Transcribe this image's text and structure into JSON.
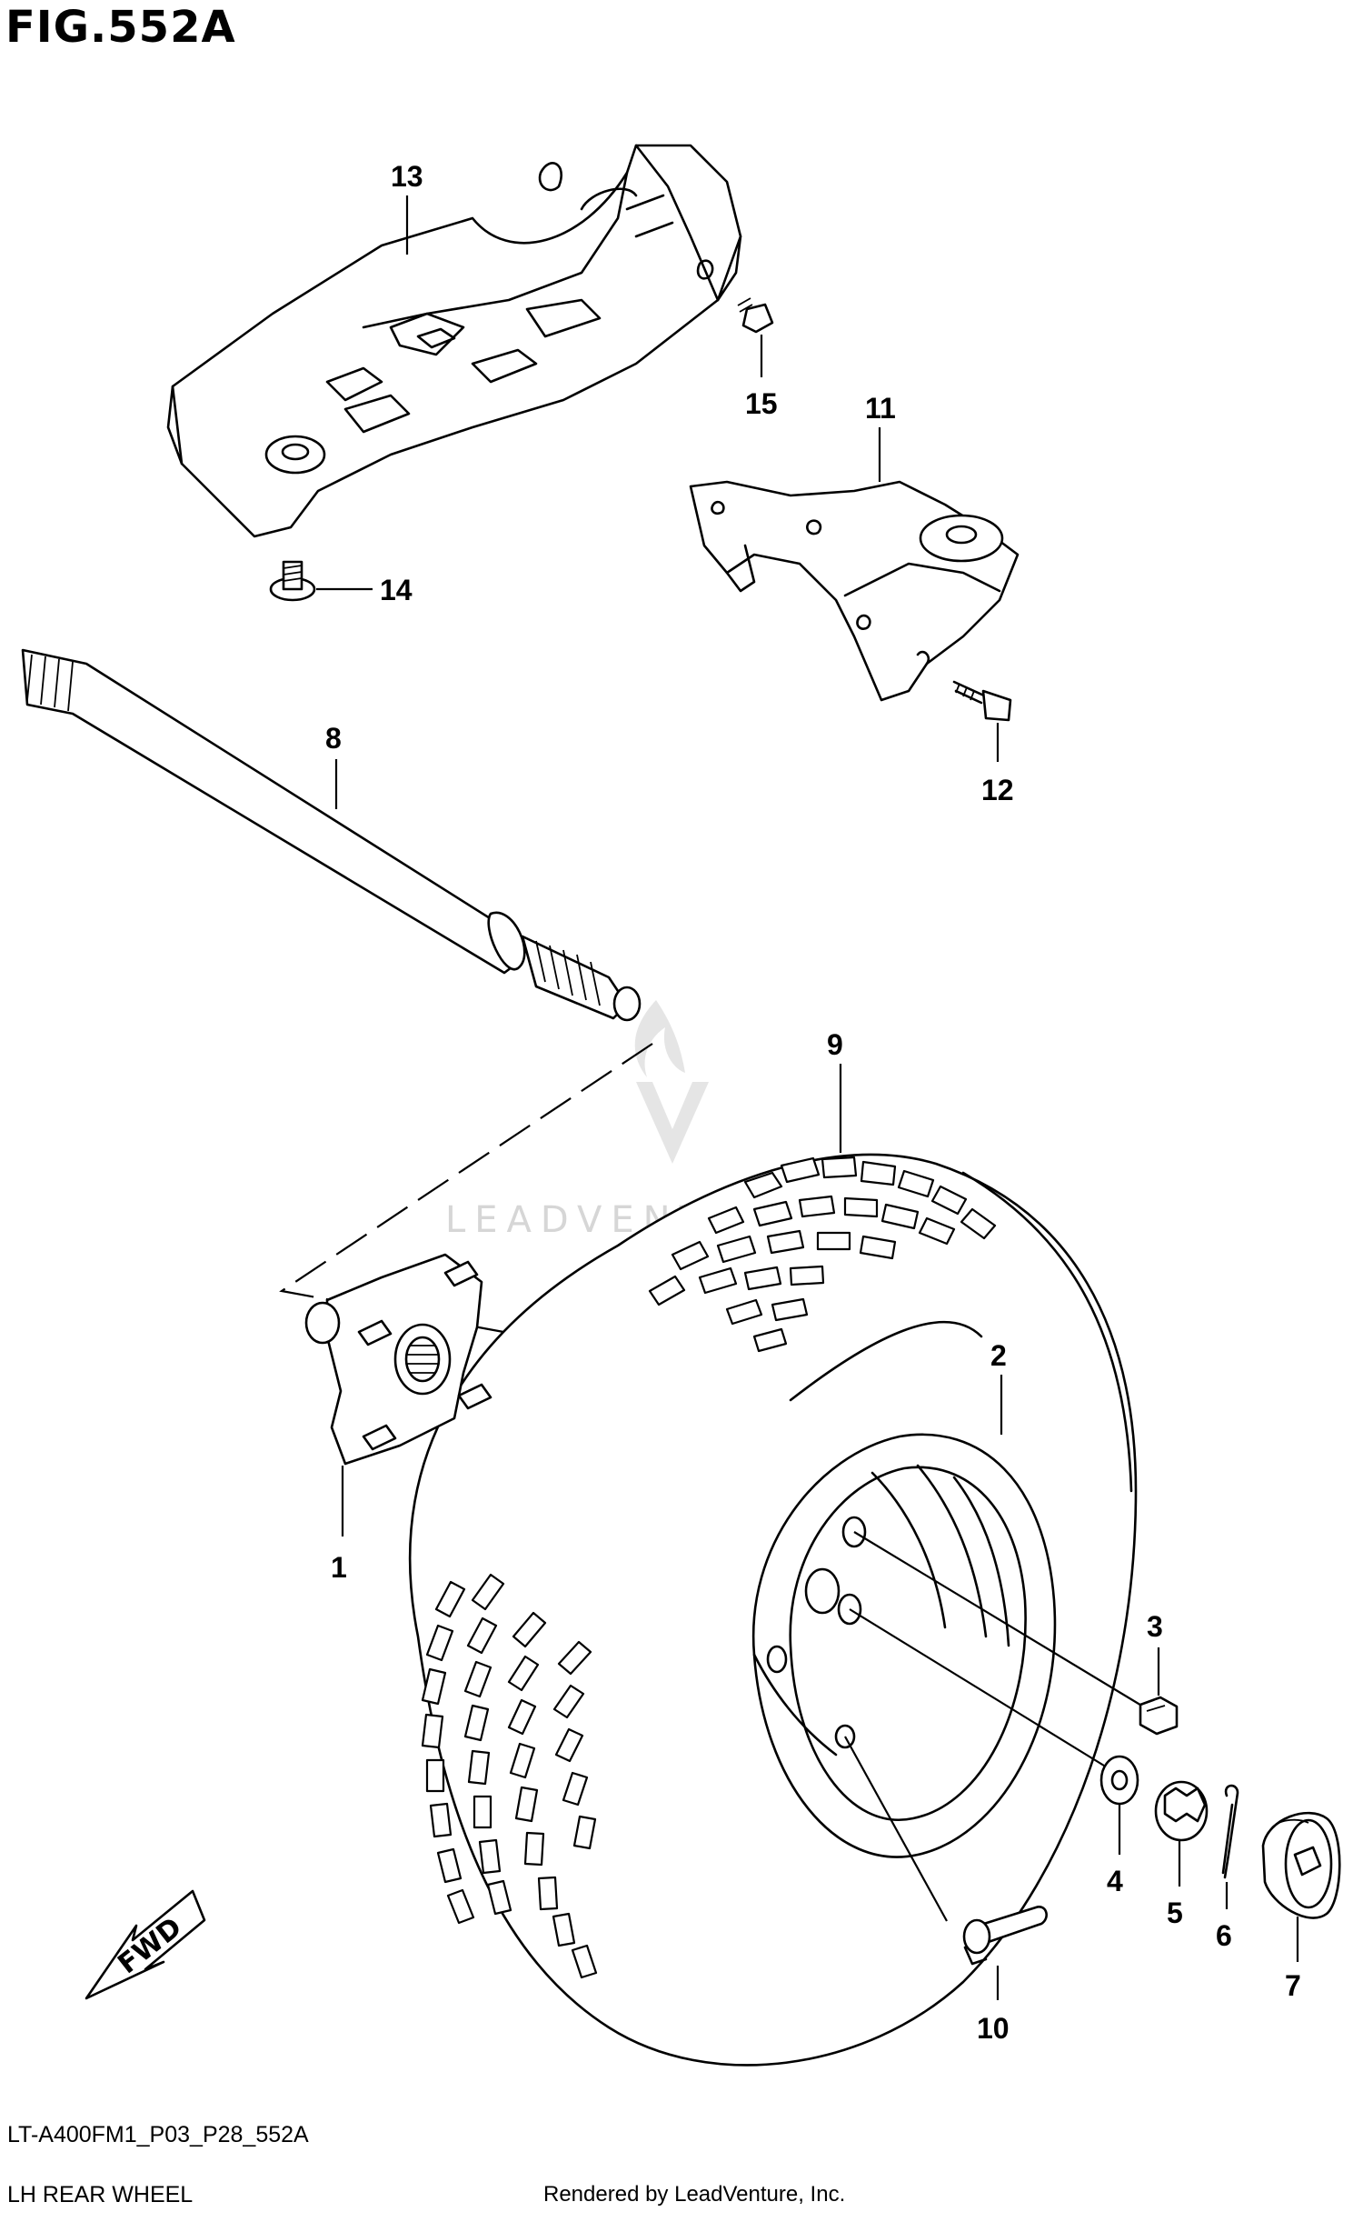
{
  "figure": {
    "title": "FIG.552A",
    "model_code": "LT-A400FM1_P03_P28_552A",
    "section_title": "LH REAR WHEEL",
    "rendered_by": "Rendered by LeadVenture, Inc.",
    "watermark": "LEADVENTURE",
    "direction_arrow_label": "FWD"
  },
  "callouts": [
    {
      "id": "1",
      "part": "hub"
    },
    {
      "id": "2",
      "part": "wheel-rim"
    },
    {
      "id": "3",
      "part": "wheel-nut"
    },
    {
      "id": "4",
      "part": "washer"
    },
    {
      "id": "5",
      "part": "castle-nut"
    },
    {
      "id": "6",
      "part": "cotter-pin"
    },
    {
      "id": "7",
      "part": "hub-cap"
    },
    {
      "id": "8",
      "part": "axle-shaft"
    },
    {
      "id": "9",
      "part": "tire"
    },
    {
      "id": "10",
      "part": "valve-stem"
    },
    {
      "id": "11",
      "part": "bracket"
    },
    {
      "id": "12",
      "part": "bolt"
    },
    {
      "id": "13",
      "part": "skid-plate"
    },
    {
      "id": "14",
      "part": "bolt"
    },
    {
      "id": "15",
      "part": "bolt"
    }
  ],
  "colors": {
    "line": "#000000",
    "background": "#ffffff",
    "watermark": "#cfcfcf"
  }
}
